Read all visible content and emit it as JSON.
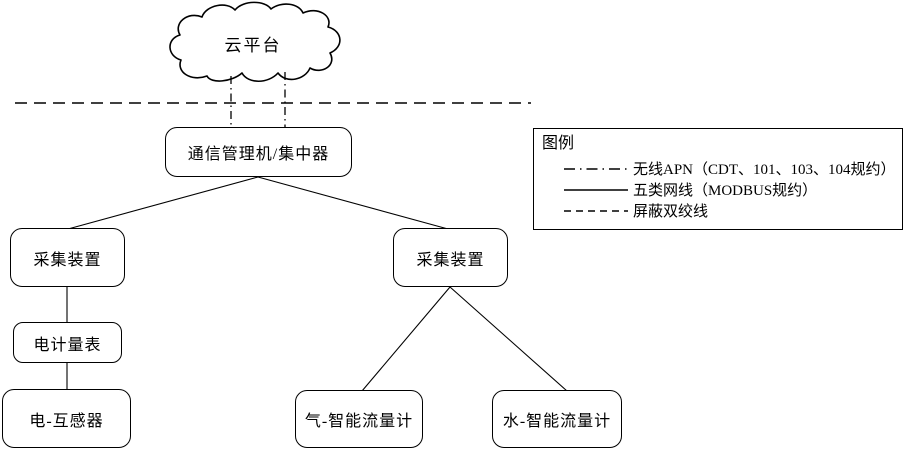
{
  "diagram": {
    "cloud": {
      "label": "云平台"
    },
    "nodes": {
      "comm": {
        "label": "通信管理机/集中器"
      },
      "collector_left": {
        "label": "采集装置"
      },
      "collector_right": {
        "label": "采集装置"
      },
      "meter": {
        "label": "电计量表"
      },
      "transformer": {
        "label": "电-互感器"
      },
      "gas": {
        "label": "气-智能流量计"
      },
      "water": {
        "label": "水-智能流量计"
      }
    },
    "links": [
      {
        "from": "cloud",
        "to": "comm",
        "style": "dashdot",
        "count": 2
      },
      {
        "from": "comm",
        "to": "collector_left",
        "style": "solid"
      },
      {
        "from": "comm",
        "to": "collector_right",
        "style": "solid"
      },
      {
        "from": "collector_left",
        "to": "meter",
        "style": "solid"
      },
      {
        "from": "meter",
        "to": "transformer",
        "style": "solid"
      },
      {
        "from": "collector_right",
        "to": "gas",
        "style": "solid"
      },
      {
        "from": "collector_right",
        "to": "water",
        "style": "solid"
      },
      {
        "boundary": "horizontal",
        "style": "dashed"
      }
    ],
    "legend": {
      "title": "图例",
      "items": [
        {
          "style": "dashdot",
          "label": "无线APN（CDT、101、103、104规约）"
        },
        {
          "style": "solid",
          "label": "五类网线（MODBUS规约）"
        },
        {
          "style": "dashed",
          "label": "屏蔽双绞线"
        }
      ]
    },
    "colors": {
      "stroke": "#000000",
      "background": "#ffffff"
    }
  }
}
